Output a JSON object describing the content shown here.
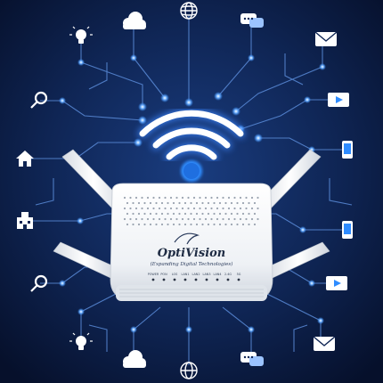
{
  "product": {
    "brand_name": "OptiVision",
    "tagline": "(Expanding Digital Technologies)",
    "led_labels": [
      "POWER",
      "PON",
      "LOS",
      "LAN1",
      "LAN2",
      "LAN3",
      "LAN4",
      "2.4G",
      "5G"
    ]
  },
  "icons": {
    "left": [
      "lightbulb-icon",
      "search-icon",
      "home-icon",
      "building-icon",
      "search-icon",
      "lightbulb-icon"
    ],
    "top": [
      "cloud-icon",
      "globe-icon",
      "chat-icon"
    ],
    "right": [
      "mail-icon",
      "video-icon",
      "phone-icon",
      "phone-icon",
      "video-icon",
      "mail-icon"
    ],
    "bottom": [
      "cloud-icon",
      "globe-icon",
      "chat-icon"
    ]
  },
  "colors": {
    "background_top": "#06102b",
    "background_mid": "#0f2554",
    "background_bottom": "#0b1a3c",
    "accent": "#2f8cff",
    "glow": "#3b82f6",
    "line": "#5a8bd8",
    "router_body": "#f2f4f7",
    "router_shadow": "#c9ced6",
    "icon_fill": "#ffffff"
  }
}
